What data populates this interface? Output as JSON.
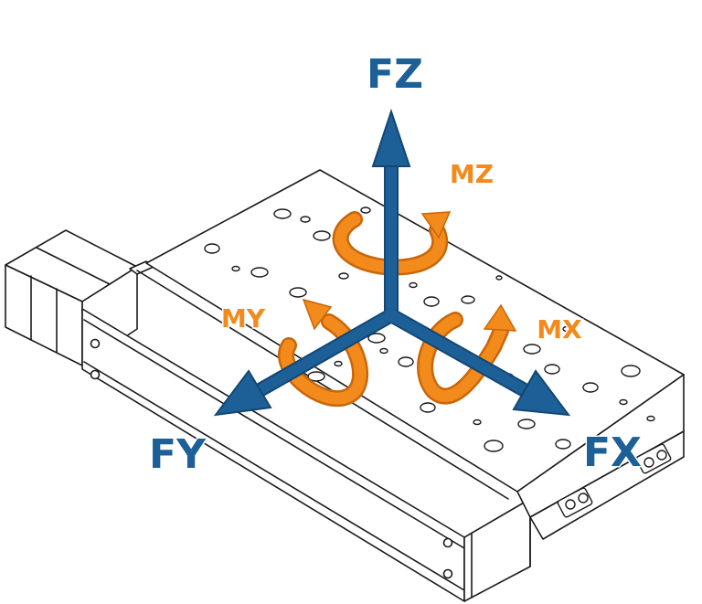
{
  "labels": {
    "fz": "FZ",
    "fy": "FY",
    "fx": "FX",
    "mz": "MZ",
    "my": "MY",
    "mx": "MX"
  },
  "colors": {
    "force": "#1d5f97",
    "force_dark": "#134774",
    "moment": "#f28a1c",
    "moment_dark": "#c9660a",
    "outline": "#1a1a1a",
    "outline_halo": "#ffffff"
  },
  "icons": {
    "force_arrow": "arrow-icon",
    "moment_arrow": "curved-arrow-icon"
  }
}
